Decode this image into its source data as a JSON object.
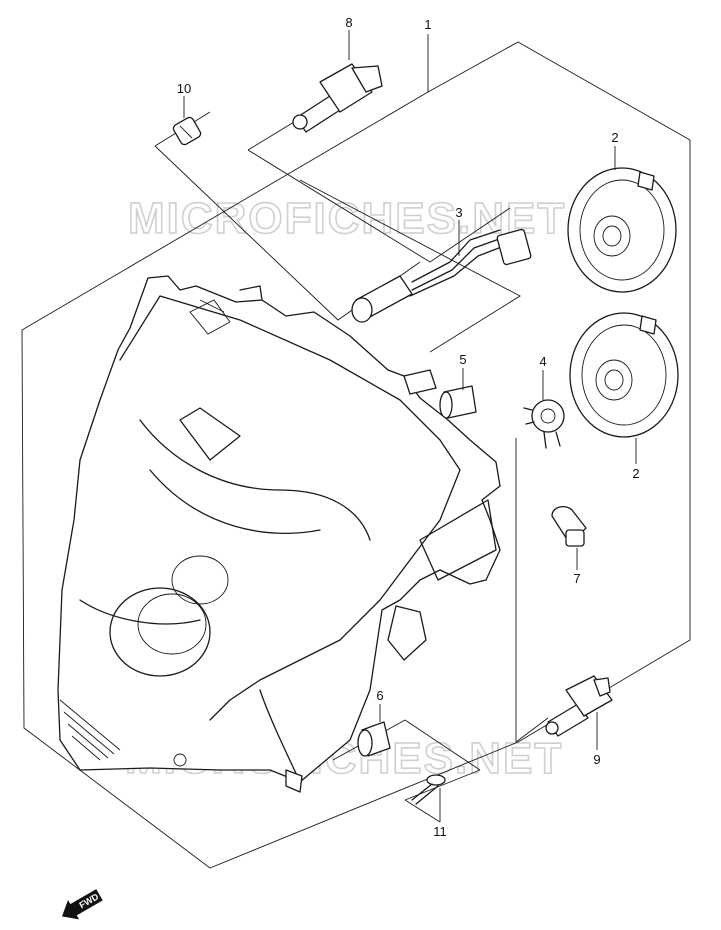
{
  "callouts": {
    "c1": "1",
    "c2a": "2",
    "c2b": "2",
    "c3": "3",
    "c4": "4",
    "c5": "5",
    "c6": "6",
    "c7": "7",
    "c8": "8",
    "c9": "9",
    "c10": "10",
    "c11": "11"
  },
  "watermark": {
    "top": "MICROFICHES.NET",
    "bottom": "MICROFICHES.NET"
  },
  "direction_arrow": {
    "label": "FWD"
  },
  "colors": {
    "line": "#1a1a1a",
    "watermark": "#d0d0d0",
    "background": "#ffffff"
  }
}
